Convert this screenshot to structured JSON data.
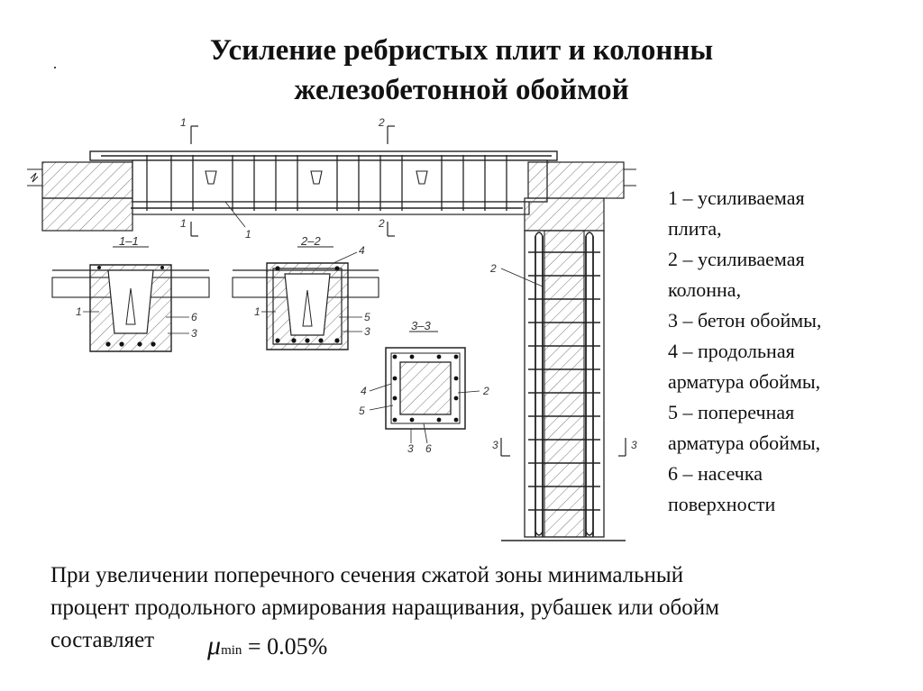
{
  "title": {
    "line1": "Усиление ребристых плит и колонны",
    "line2": "железобетонной обоймой"
  },
  "legend": [
    "1 – усиливаемая",
    "плита,",
    "2 – усиливаемая",
    "колонна,",
    "3 – бетон обоймы,",
    "4 – продольная",
    "арматура обоймы,",
    "5 – поперечная",
    "арматура обоймы,",
    "6 – насечка",
    "поверхности"
  ],
  "note": {
    "line1": "При увеличении поперечного сечения сжатой зоны минимальный",
    "line2": "процент продольного армирования наращивания, рубашек или обойм",
    "line3": "составляет",
    "formula_symbol": "μ",
    "formula_subscript": "min",
    "formula_value": "= 0.05%"
  },
  "drawing": {
    "section_labels": {
      "s11": "1–1",
      "s22": "2–2",
      "s33": "3–3"
    },
    "cut_marks": {
      "one": "1",
      "two": "2",
      "three": "3"
    },
    "callouts": {
      "c1": "1",
      "c2": "2",
      "c3": "3",
      "c4": "4",
      "c5": "5",
      "c6": "6"
    }
  }
}
